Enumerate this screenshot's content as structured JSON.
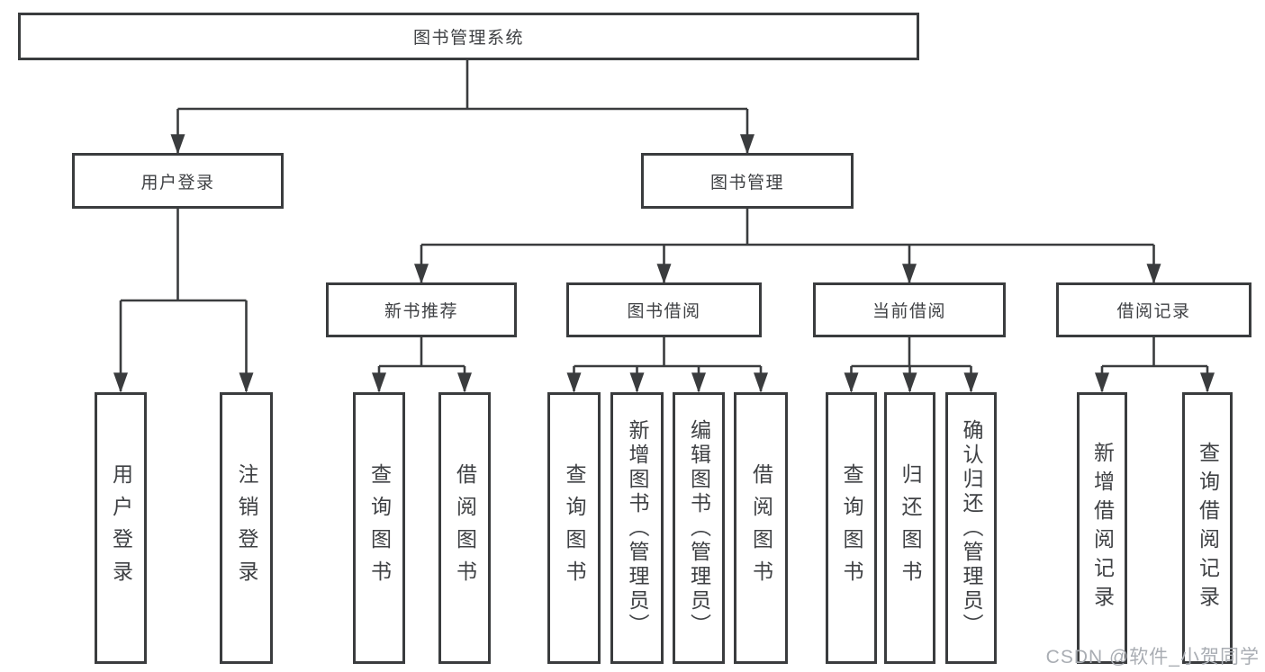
{
  "colors": {
    "line": "#3a3c3e",
    "box-border": "#3a3c3e",
    "text": "#3f4144",
    "watermark": "#a9adb3"
  },
  "diagram": {
    "root": {
      "label": "图书管理系统"
    },
    "branches": [
      {
        "id": "user-login",
        "label": "用户登录"
      },
      {
        "id": "book-management",
        "label": "图书管理"
      }
    ],
    "sections": [
      {
        "id": "new-book-recommend",
        "label": "新书推荐"
      },
      {
        "id": "book-borrowing",
        "label": "图书借阅"
      },
      {
        "id": "current-borrowing",
        "label": "当前借阅"
      },
      {
        "id": "borrowing-records",
        "label": "借阅记录"
      }
    ],
    "leaves": [
      {
        "id": "user-login-action",
        "label": "用户登录"
      },
      {
        "id": "logout-action",
        "label": "注销登录"
      },
      {
        "id": "query-books-recommend",
        "label": "查询图书"
      },
      {
        "id": "borrow-books-recommend",
        "label": "借阅图书"
      },
      {
        "id": "query-books-borrowing",
        "label": "查询图书"
      },
      {
        "id": "add-books-admin",
        "label": "新增图书（管理员）"
      },
      {
        "id": "edit-books-admin",
        "label": "编辑图书（管理员）"
      },
      {
        "id": "borrow-books-borrowing",
        "label": "借阅图书"
      },
      {
        "id": "query-books-current",
        "label": "查询图书"
      },
      {
        "id": "return-books",
        "label": "归还图书"
      },
      {
        "id": "confirm-return-admin",
        "label": "确认归还（管理员）"
      },
      {
        "id": "add-borrow-record",
        "label": "新增借阅记录"
      },
      {
        "id": "query-borrow-record",
        "label": "查询借阅记录"
      }
    ]
  },
  "watermark": {
    "text": "CSDN @软件_小贺同学"
  }
}
